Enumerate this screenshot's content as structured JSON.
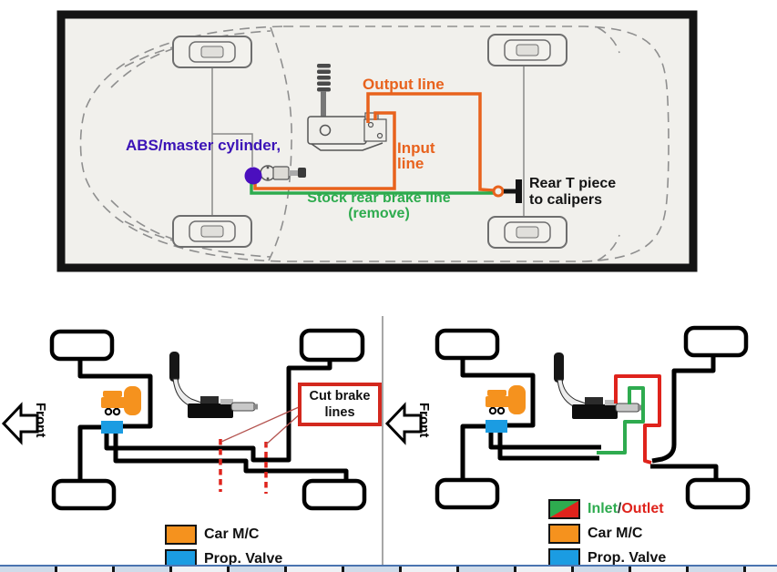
{
  "top_diagram": {
    "abs_master_label": "ABS/master cylinder,",
    "output_line_label": "Output line",
    "input_line_label": "Input line",
    "stock_line_label": "Stock rear brake line",
    "stock_line_note": "(remove)",
    "rear_t_label": "Rear T piece to calipers"
  },
  "left_diagram": {
    "front_label": "Front",
    "cut_lines_label": "Cut brake lines",
    "legend": [
      {
        "label": "Car M/C",
        "color": "#f5921e"
      },
      {
        "label": "Prop. Valve",
        "color": "#1b9ce2"
      }
    ]
  },
  "right_diagram": {
    "front_label": "Front",
    "legend_io": {
      "inlet": "Inlet",
      "separator": "/",
      "outlet": "Outlet",
      "inlet_color": "#2eab4f",
      "outlet_color": "#df231c"
    },
    "legend": [
      {
        "label": "Car M/C",
        "color": "#f5921e"
      },
      {
        "label": "Prop. Valve",
        "color": "#1b9ce2"
      }
    ]
  },
  "colors": {
    "brake_line_orange": "#e8621d",
    "stock_line_green": "#2eab4e",
    "abs_text_purple": "#3b13b7",
    "cut_red": "#df231c",
    "prop_valve_blue": "#1b9ce2",
    "car_mc_orange": "#f5921e"
  }
}
